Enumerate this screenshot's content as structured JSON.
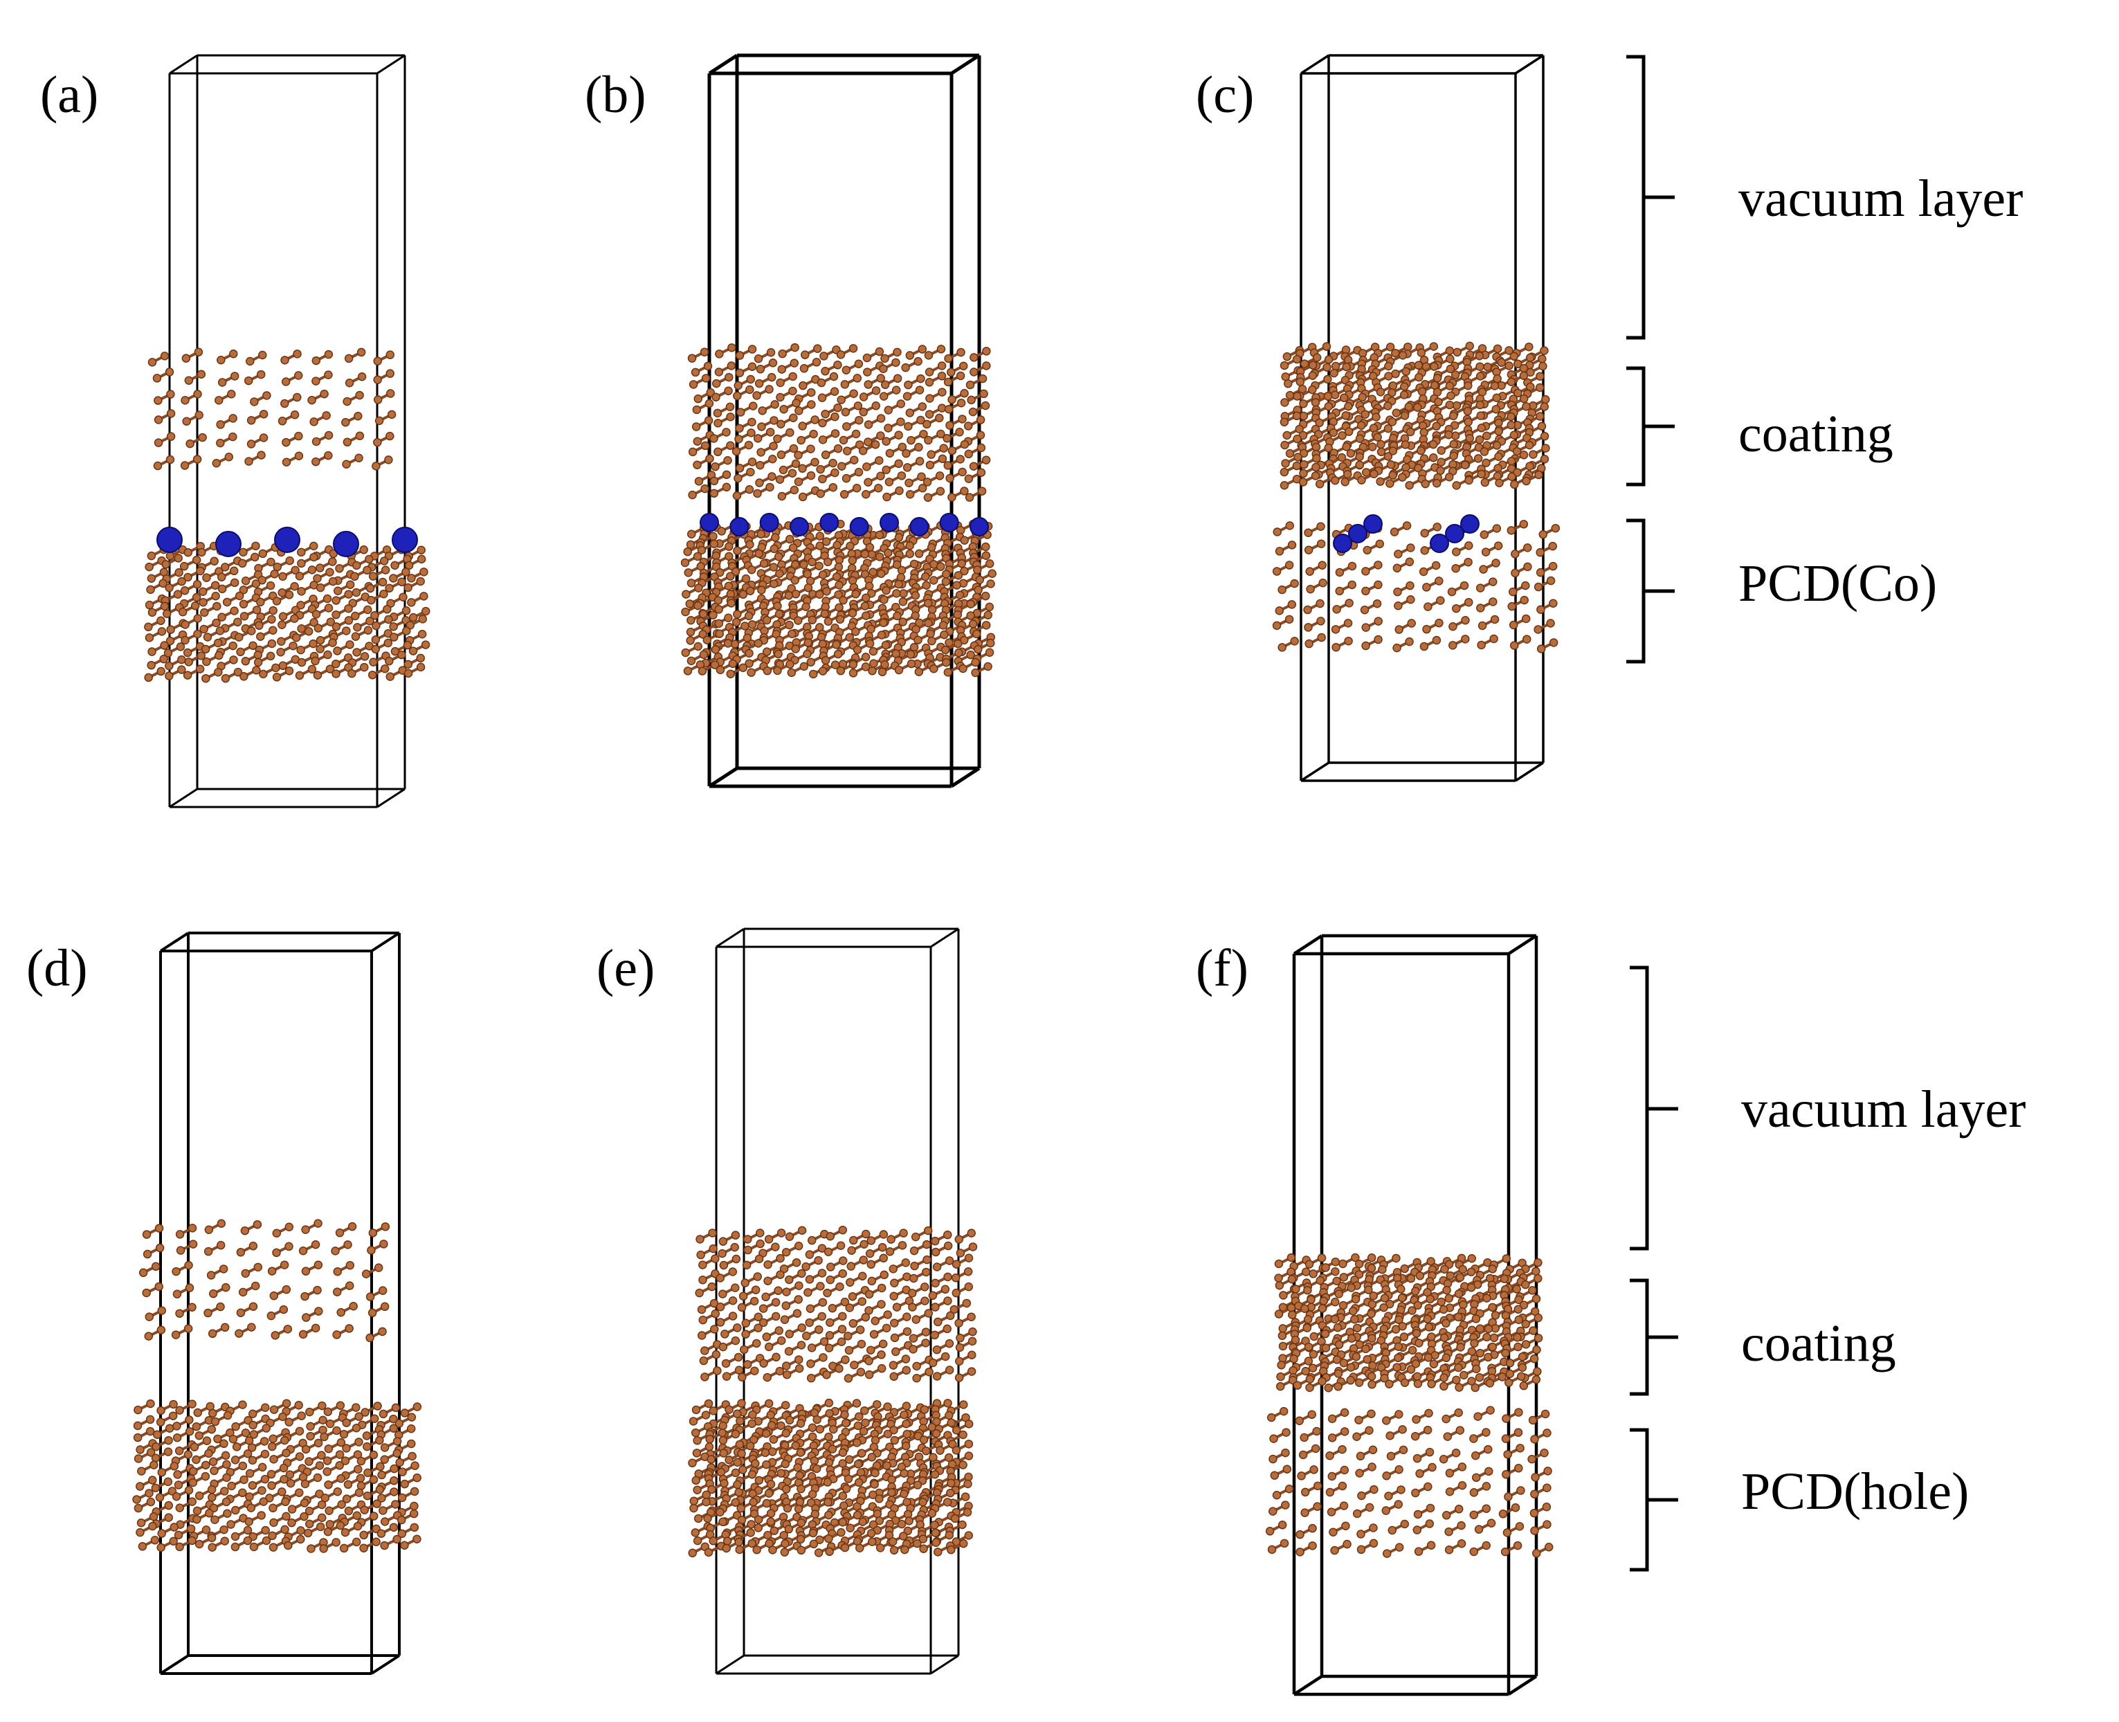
{
  "panels": [
    {
      "id": "a",
      "label": "(a)",
      "substrate": "PCD(Co)",
      "substrate_style": "diamond",
      "coating_style": "sparse",
      "has_co": true
    },
    {
      "id": "b",
      "label": "(b)",
      "substrate": "PCD(Co)",
      "substrate_style": "dense",
      "coating_style": "medium",
      "has_co": true
    },
    {
      "id": "c",
      "label": "(c)",
      "substrate": "PCD(Co)",
      "substrate_style": "tilted",
      "coating_style": "dense",
      "has_co": true
    },
    {
      "id": "d",
      "label": "(d)",
      "substrate": "PCD(hole)",
      "substrate_style": "diamond",
      "coating_style": "sparse",
      "has_co": false
    },
    {
      "id": "e",
      "label": "(e)",
      "substrate": "PCD(hole)",
      "substrate_style": "dense",
      "coating_style": "medium",
      "has_co": false
    },
    {
      "id": "f",
      "label": "(f)",
      "substrate": "PCD(hole)",
      "substrate_style": "tilted",
      "coating_style": "dense",
      "has_co": false
    }
  ],
  "annotations_top": {
    "vacuum": "vacuum layer",
    "coating": "coating",
    "substrate": "PCD(Co)"
  },
  "annotations_bottom": {
    "vacuum": "vacuum layer",
    "coating": "coating",
    "substrate": "PCD(hole)"
  },
  "colors": {
    "carbon_atom": "#b86d3c",
    "carbon_bond": "#8a4a24",
    "cobalt_atom": "#1f22b8",
    "cell_box": "#000000",
    "background": "#ffffff"
  }
}
